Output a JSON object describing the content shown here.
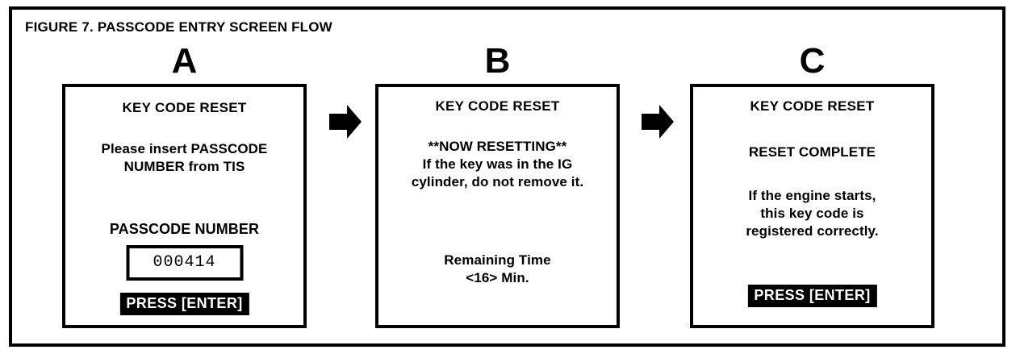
{
  "figure": {
    "title": "FIGURE 7.  PASSCODE ENTRY SCREEN FLOW",
    "border_color": "#000000",
    "background_color": "#ffffff",
    "text_color": "#000000"
  },
  "flow": {
    "arrow_1": "right-arrow",
    "arrow_2": "right-arrow"
  },
  "panels": [
    {
      "letter": "A",
      "heading": "KEY CODE RESET",
      "body_line_1": "Please insert PASSCODE",
      "body_line_2": "NUMBER from TIS",
      "field_label": "PASSCODE NUMBER",
      "field_value": "000414",
      "button_label": "PRESS [ENTER]"
    },
    {
      "letter": "B",
      "heading": "KEY CODE RESET",
      "body_line_1": "**NOW RESETTING**",
      "body_line_2": "If the key was in the IG",
      "body_line_3": "cylinder, do not remove it.",
      "timer_label": "Remaining Time",
      "timer_value": "<16> Min."
    },
    {
      "letter": "C",
      "heading": "KEY CODE RESET",
      "status": "RESET COMPLETE",
      "body_line_1": "If the engine starts,",
      "body_line_2": "this key code is",
      "body_line_3": "registered correctly.",
      "button_label": "PRESS [ENTER]"
    }
  ]
}
